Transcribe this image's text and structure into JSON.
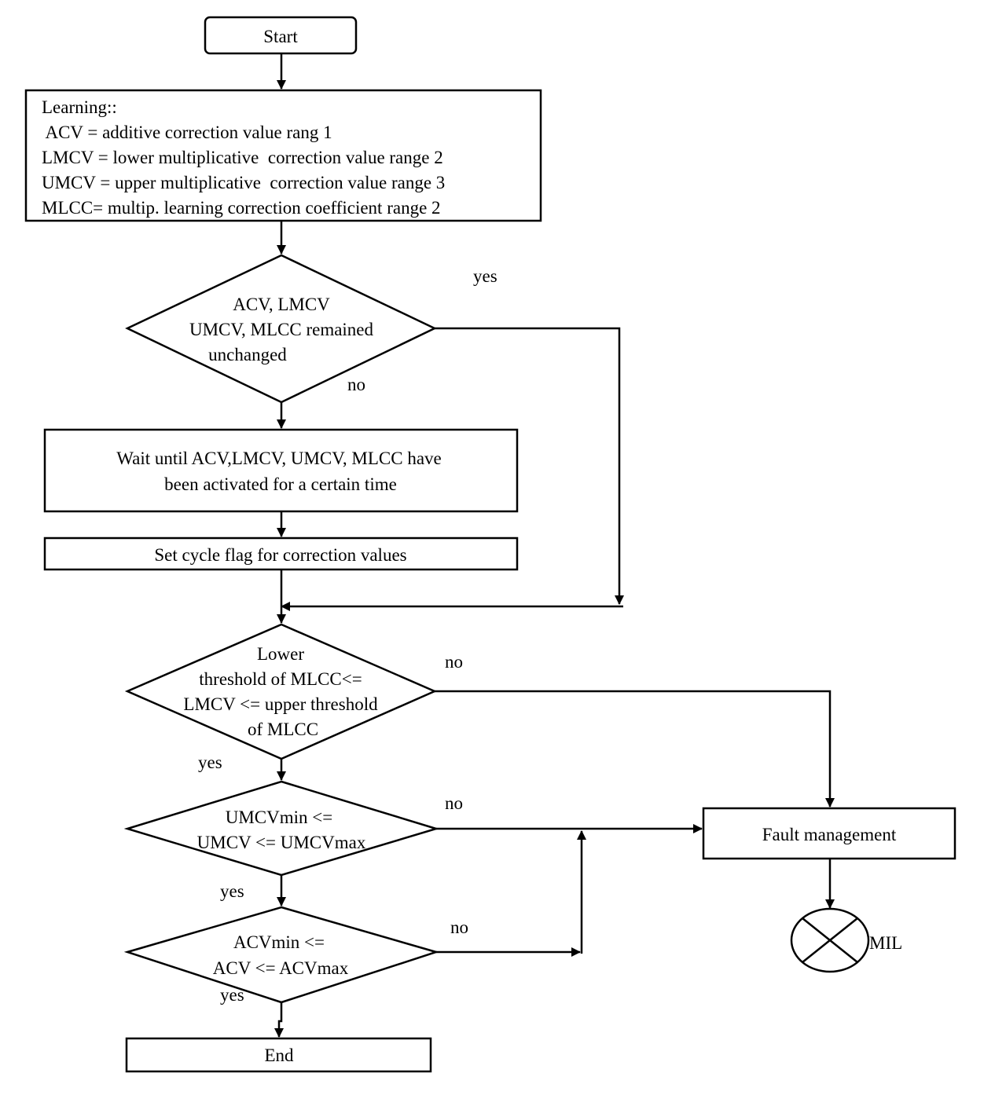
{
  "nodes": {
    "start": {
      "label": "Start"
    },
    "learning": {
      "lines": [
        "Learning::",
        " ACV = additive correction value rang 1",
        "LMCV = lower multiplicative  correction value range 2",
        "UMCV = upper multiplicative  correction value range 3",
        "MLCC= multip. learning correction coefficient range 2"
      ]
    },
    "decision_unchanged": {
      "lines": [
        "ACV, LMCV",
        "UMCV, MLCC remained",
        "unchanged"
      ]
    },
    "wait": {
      "lines": [
        "Wait until ACV,LMCV, UMCV, MLCC have",
        "been activated for a certain time"
      ]
    },
    "set_flag": {
      "label": "Set cycle flag for correction values"
    },
    "decision_lmcv": {
      "lines": [
        "Lower",
        "threshold of MLCC<=",
        "LMCV <= upper threshold",
        "of MLCC"
      ]
    },
    "decision_umcv": {
      "lines": [
        "UMCVmin <=",
        "UMCV <= UMCVmax"
      ]
    },
    "decision_acv": {
      "lines": [
        "ACVmin <=",
        "ACV <= ACVmax"
      ]
    },
    "end": {
      "label": "End"
    },
    "fault": {
      "label": "Fault management"
    },
    "mil": {
      "label": "MIL"
    }
  },
  "edge_labels": {
    "unchanged_yes": "yes",
    "unchanged_no": "no",
    "lmcv_no": "no",
    "lmcv_yes": "yes",
    "umcv_no": "no",
    "umcv_yes": "yes",
    "acv_no": "no",
    "acv_yes": "yes"
  }
}
